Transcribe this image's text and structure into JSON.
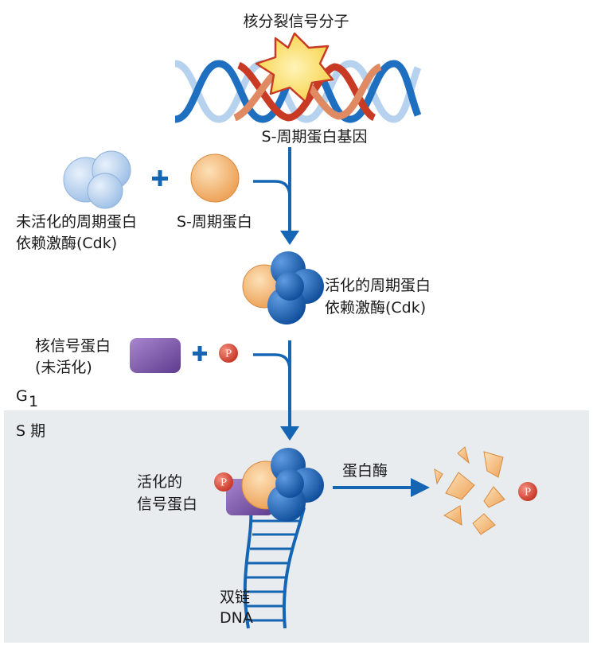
{
  "labels": {
    "mitogen": "核分裂信号分子",
    "s_cyclin_gene": "S-周期蛋白基因",
    "inactive_cdk_line1": "未活化的周期蛋白",
    "inactive_cdk_line2": "依赖激酶(Cdk)",
    "s_cyclin": "S-周期蛋白",
    "active_cdk_line1": "活化的周期蛋白",
    "active_cdk_line2": "依赖激酶(Cdk)",
    "nuclear_protein_line1": "核信号蛋白",
    "nuclear_protein_line2": "(未活化)",
    "g1_main": "G",
    "g1_sub": "1",
    "s_phase": "S 期",
    "active_signal_line1": "活化的",
    "active_signal_line2": "信号蛋白",
    "protease": "蛋白酶",
    "dsdna_line1": "双链",
    "dsdna_line2": "DNA",
    "phosphate": "P"
  },
  "colors": {
    "blue": "#1565b5",
    "orange": "#f3b46a",
    "purple": "#7a55a6",
    "light_blue": "#b7d2ee",
    "phosphate": "#d64a3c",
    "s_phase_bg": "#e8ecef"
  }
}
